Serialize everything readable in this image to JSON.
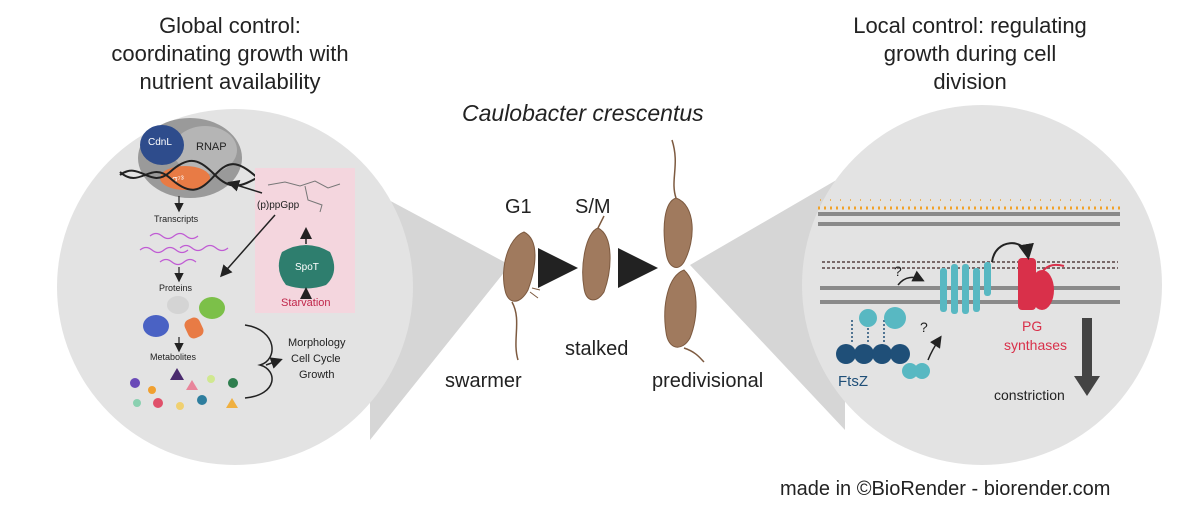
{
  "left_panel": {
    "heading_lines": [
      "Global control:",
      "coordinating growth with",
      "nutrient availability"
    ],
    "labels": {
      "cdnl": "CdnL",
      "rnap": "RNAP",
      "sigma": "σ⁷³",
      "ppgpp": "(p)ppGpp",
      "transcripts": "Transcripts",
      "proteins": "Proteins",
      "metabolites": "Metabolites",
      "spot": "SpoT",
      "starvation": "Starvation",
      "outcomes": [
        "Morphology",
        "Cell Cycle",
        "Growth"
      ]
    }
  },
  "center": {
    "species": "Caulobacter crescentus",
    "phases": [
      "G1",
      "S/M"
    ],
    "cell_types": [
      "swarmer",
      "stalked",
      "predivisional"
    ]
  },
  "right_panel": {
    "heading_lines": [
      "Local control: regulating",
      "growth during cell",
      "division"
    ],
    "labels": {
      "question_1": "?",
      "question_2": "?",
      "pg_synthases": [
        "PG",
        "synthases"
      ],
      "ftsz": "FtsZ",
      "constriction": "constriction"
    }
  },
  "footer": {
    "credit": "made in ©BioRender - biorender.com"
  },
  "colors": {
    "circle_fill": "#e3e3e3",
    "cone_fill": "#d6d6d6",
    "cell_body": "#a07a5e",
    "starvation_box": "#f4d6de",
    "spot_green": "#2e7e6e",
    "cdnl_blue": "#2e4c8c",
    "sigma_orange": "#e87b45",
    "ftsz_navy": "#1f4f78",
    "teal": "#58b8c2",
    "pg_red": "#d9304a",
    "pg_orange": "#f0a22a"
  }
}
